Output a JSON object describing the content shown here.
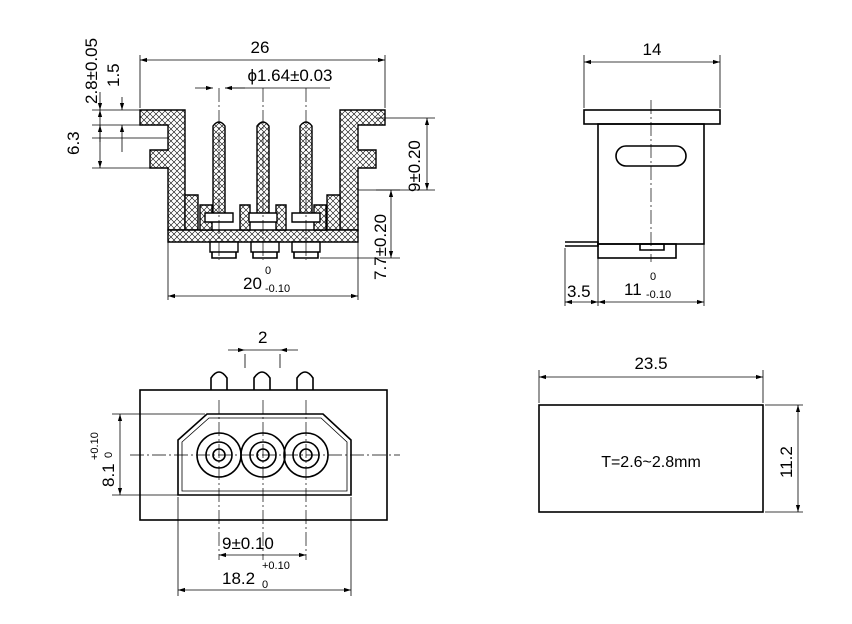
{
  "dimensions": {
    "front_width": "26",
    "pin_diameter": "ϕ1.64±0.03",
    "flange_total": "2.8±0.05",
    "flange_step": "1.5",
    "left_height": "6.3",
    "pin_height": "9±0.20",
    "body_depth": "7.7±0.20",
    "body_width_main": "20",
    "body_width_sup": "0",
    "body_width_sub": "-0.10",
    "side_width": "14",
    "side_offset": "3.5",
    "side_base_main": "11",
    "side_base_sup": "0",
    "side_base_sub": "-0.10",
    "pin_pitch": "2",
    "opening_height_main": "8.1",
    "opening_height_sup": "+0.10",
    "opening_height_sub": "0",
    "hole_span": "9±0.10",
    "opening_width_main": "18.2",
    "opening_width_sup": "+0.10",
    "opening_width_sub": "0",
    "cutout_width": "23.5",
    "cutout_height": "11.2"
  },
  "notes": {
    "panel_thickness": "T=2.6~2.8mm"
  }
}
